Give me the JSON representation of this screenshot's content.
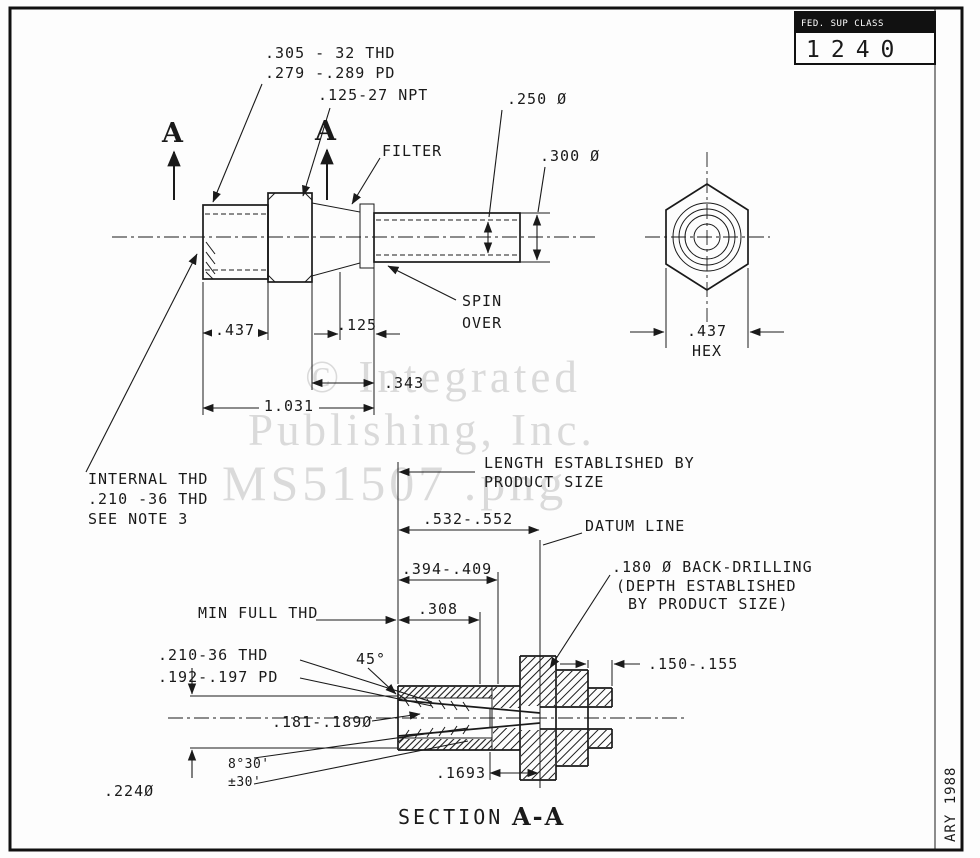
{
  "title_block": {
    "heading": "FED. SUP CLASS",
    "code": "1240"
  },
  "margin": {
    "date": "ARY 1988"
  },
  "watermark": {
    "l1": "© Integrated",
    "l2": "Publishing, Inc.",
    "l3": "MS51507 .png"
  },
  "top_view": {
    "thd_callout_1": ".305 - 32 THD",
    "thd_callout_2": ".279 -.289 PD",
    "npt_callout": ".125-27 NPT",
    "dia_250": ".250 Ø",
    "dia_300": ".300 Ø",
    "filter": "FILTER",
    "section_letter": "A",
    "spin_1": "SPIN",
    "spin_2": "OVER",
    "dim_437": ".437",
    "dim_125": ".125",
    "dim_343": ".343",
    "dim_1031": "1.031"
  },
  "hex_view": {
    "dim_437": ".437",
    "hex": "HEX"
  },
  "internal_note": {
    "l1": "INTERNAL THD",
    "l2": ".210 -36 THD",
    "l3": "SEE NOTE 3"
  },
  "section_view": {
    "length_note_1": "LENGTH ESTABLISHED BY",
    "length_note_2": "PRODUCT SIZE",
    "dim_532": ".532-.552",
    "datum": "DATUM LINE",
    "dim_394": ".394-.409",
    "backdrill_1": ".180 Ø BACK-DRILLING",
    "backdrill_2": "(DEPTH ESTABLISHED",
    "backdrill_3": "BY PRODUCT SIZE)",
    "min_full_thd": "MIN FULL THD",
    "dim_308": ".308",
    "thd_callout_1": ".210-36 THD",
    "thd_callout_2": ".192-.197 PD",
    "angle_45": "45°",
    "dim_150": ".150-.155",
    "dia_181": ".181-.189Ø",
    "angle_830": "8°30'",
    "angle_pm30": "±30'",
    "dia_224": ".224Ø",
    "dim_1693": ".1693",
    "title_word": "SECTION",
    "title_letters": "A-A"
  }
}
